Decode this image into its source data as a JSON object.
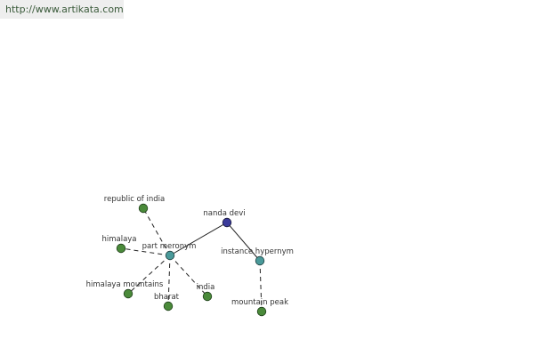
{
  "source_url": "http://www.artikata.com",
  "colors": {
    "root_node": "#3a3a9a",
    "relation_node": "#4a9a9a",
    "term_node": "#4a8a3a",
    "edge": "#222222"
  },
  "graph": {
    "root": {
      "label": "nanda devi"
    },
    "relations": [
      {
        "label": "part meronym",
        "terms": [
          "republic of india",
          "himalaya",
          "himalaya mountains",
          "bharat",
          "india"
        ]
      },
      {
        "label": "instance hypernym",
        "terms": [
          "mountain peak"
        ]
      }
    ]
  }
}
